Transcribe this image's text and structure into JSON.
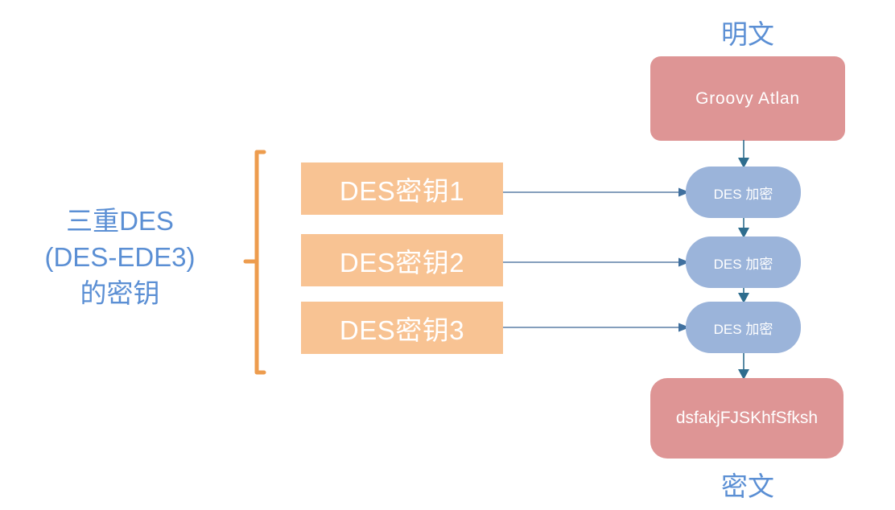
{
  "diagram": {
    "title_plaintext": "明文",
    "title_ciphertext": "密文",
    "plaintext_value": "Groovy Atlan",
    "ciphertext_value": "dsfakjFJSKhfSfksh",
    "group_label": {
      "line1": "三重DES",
      "line2": "(DES-EDE3)",
      "line3": "的密钥"
    },
    "keys": [
      {
        "label": "DES密钥1"
      },
      {
        "label": "DES密钥2"
      },
      {
        "label": "DES密钥3"
      }
    ],
    "operations": [
      {
        "label": "DES 加密"
      },
      {
        "label": "DES 加密"
      },
      {
        "label": "DES 加密"
      }
    ],
    "colors": {
      "key_box_fill": "#f8c393",
      "des_box_fill": "#9bb4da",
      "data_box_fill": "#de9595",
      "caption_text": "#5b8fd4",
      "brace": "#ed9c4e",
      "key_arrow": "#5b7fa6",
      "flow_arrow": "#2e6d8e",
      "box_text": "#ffffff"
    }
  }
}
